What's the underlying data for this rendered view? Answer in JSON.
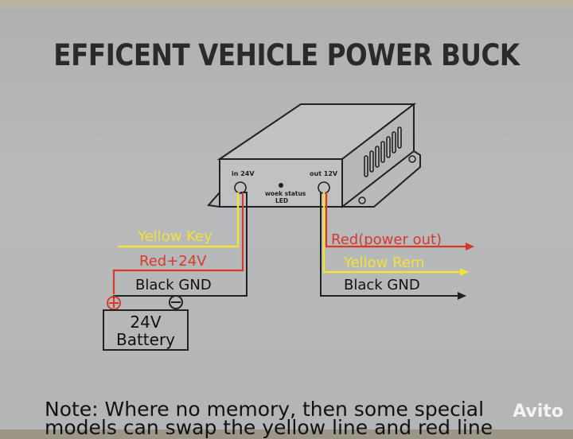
{
  "title": "EFFICENT VEHICLE POWER BUCK",
  "device": {
    "in_label": "in 24V",
    "out_label": "out 12V",
    "status_label_1": "woek status",
    "status_label_2": "LED"
  },
  "input_wires": {
    "yellow": "Yellow Key",
    "red": "Red+24V",
    "black": "Black GND"
  },
  "output_wires": {
    "red": "Red(power out)",
    "yellow": "Yellow Rem",
    "black": "Black GND"
  },
  "battery": {
    "line1": "24V",
    "line2": "Battery",
    "plus": "+",
    "minus": "−"
  },
  "note": {
    "line1": "Note: Where no memory, then some special",
    "line2": "models can swap the yellow line and red line"
  },
  "watermark": "Avito",
  "colors": {
    "yellow": "#f2e23a",
    "red": "#d8392b",
    "dark": "#222222"
  }
}
